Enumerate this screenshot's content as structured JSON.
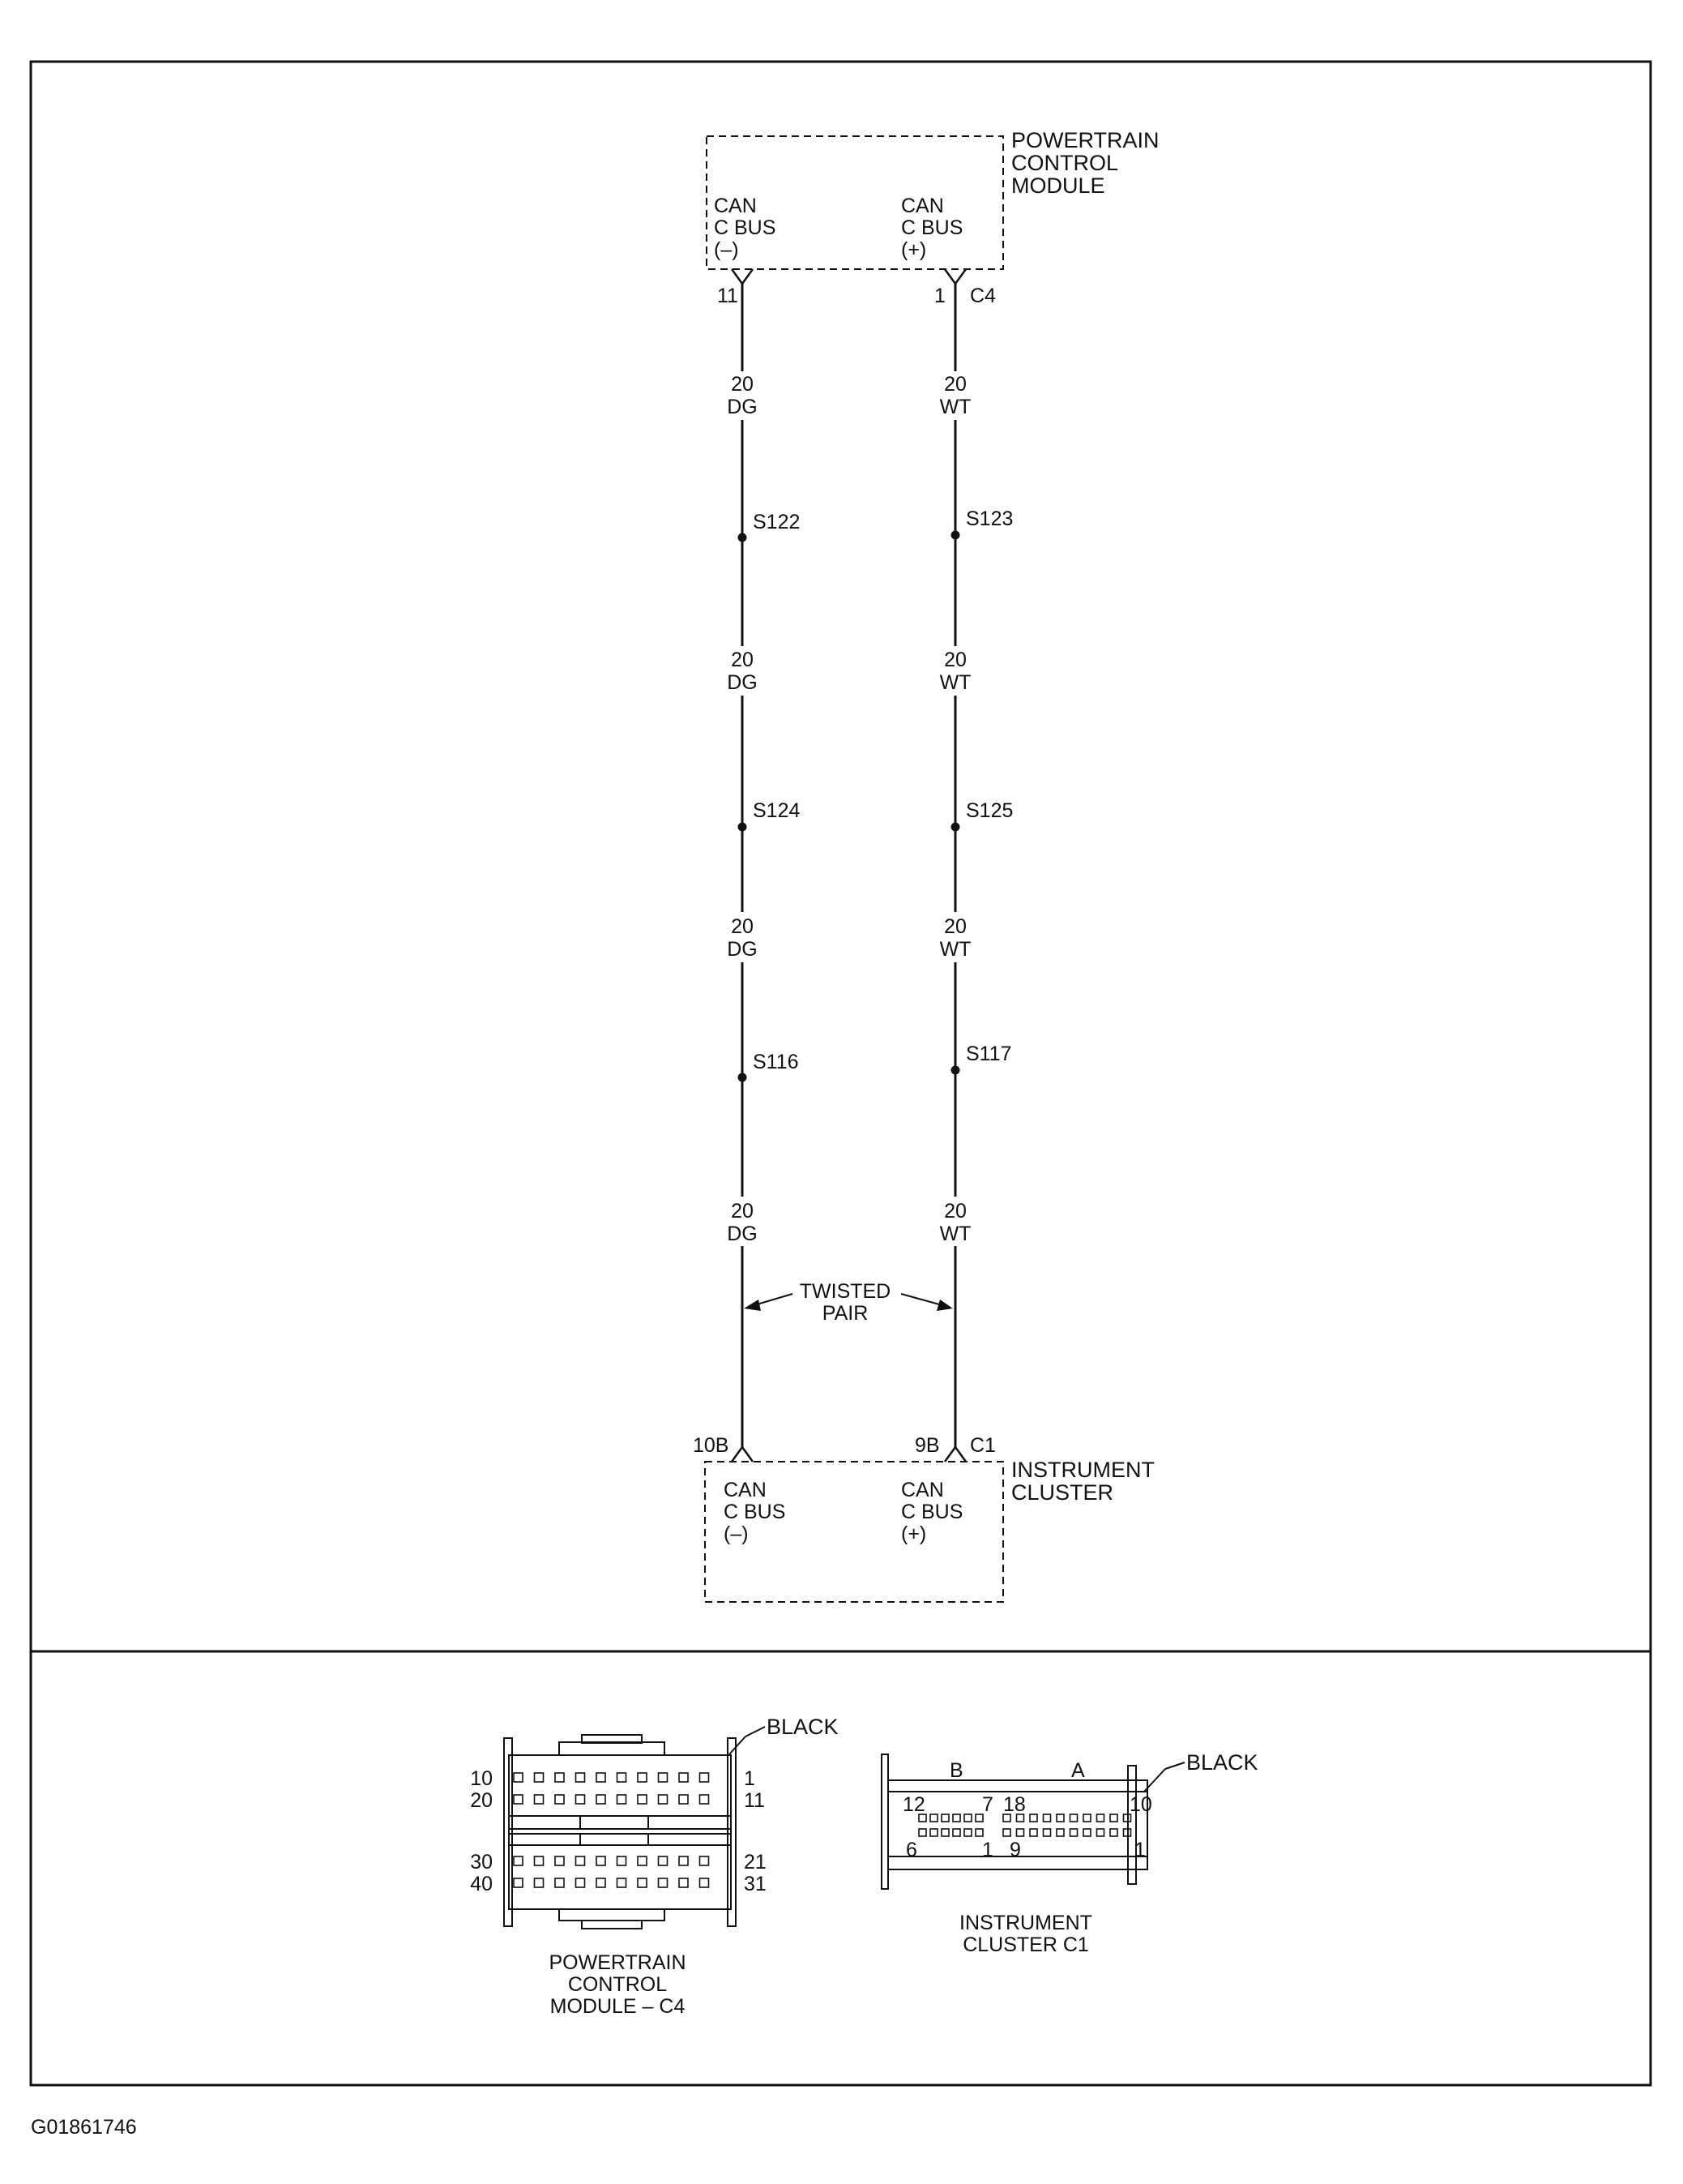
{
  "figure_id": "G01861746",
  "pcm": {
    "name_lines": [
      "POWERTRAIN",
      "CONTROL",
      "MODULE"
    ],
    "left_pin": {
      "lines": [
        "CAN",
        "C BUS",
        "(–)"
      ],
      "cavity": "11"
    },
    "right_pin": {
      "lines": [
        "CAN",
        "C BUS",
        "(+)"
      ],
      "cavity": "1"
    },
    "connector": "C4"
  },
  "cluster": {
    "name_lines": [
      "INSTRUMENT",
      "CLUSTER"
    ],
    "left_pin": {
      "lines": [
        "CAN",
        "C BUS",
        "(–)"
      ],
      "cavity": "10B"
    },
    "right_pin": {
      "lines": [
        "CAN",
        "C BUS",
        "(+)"
      ],
      "cavity": "9B"
    },
    "connector": "C1"
  },
  "wires": {
    "left": {
      "segments": [
        {
          "gauge": "20",
          "color": "DG"
        },
        {
          "gauge": "20",
          "color": "DG"
        },
        {
          "gauge": "20",
          "color": "DG"
        },
        {
          "gauge": "20",
          "color": "DG"
        }
      ],
      "splices": [
        "S122",
        "S124",
        "S116"
      ]
    },
    "right": {
      "segments": [
        {
          "gauge": "20",
          "color": "WT"
        },
        {
          "gauge": "20",
          "color": "WT"
        },
        {
          "gauge": "20",
          "color": "WT"
        },
        {
          "gauge": "20",
          "color": "WT"
        }
      ],
      "splices": [
        "S123",
        "S125",
        "S117"
      ]
    }
  },
  "twisted_pair_lines": [
    "TWISTED",
    "PAIR"
  ],
  "pcm_connector_view": {
    "color_callout": "BLACK",
    "left_numbers": [
      "10",
      "20",
      "30",
      "40"
    ],
    "right_numbers": [
      "1",
      "11",
      "21",
      "31"
    ],
    "caption_lines": [
      "POWERTRAIN",
      "CONTROL",
      "MODULE – C4"
    ]
  },
  "cluster_connector_view": {
    "color_callout": "BLACK",
    "section_b": "B",
    "section_a": "A",
    "top_numbers": [
      "12",
      "7",
      "18",
      "10"
    ],
    "bottom_numbers": [
      "6",
      "1",
      "9",
      "1"
    ],
    "caption_lines": [
      "INSTRUMENT",
      "CLUSTER C1"
    ]
  }
}
